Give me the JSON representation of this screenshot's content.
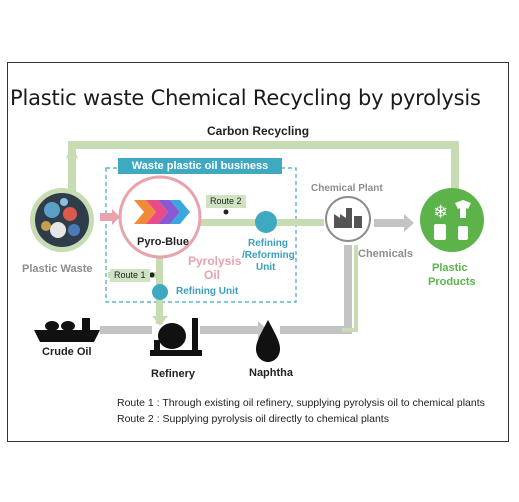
{
  "title": "Plastic waste Chemical Recycling by pyrolysis",
  "carbon_recycling": "Carbon Recycling",
  "business_box": "Waste plastic oil business",
  "nodes": {
    "plastic_waste": "Plastic Waste",
    "pyro_blue": "Pyro-Blue",
    "pyrolysis_oil_line1": "Pyrolysis",
    "pyrolysis_oil_line2": "Oil",
    "route1": "Route 1",
    "route2": "Route 2",
    "refining_unit": "Refining Unit",
    "refining_reforming_line1": "Refining",
    "refining_reforming_line2": "/Reforming",
    "refining_reforming_line3": "Unit",
    "chemical_plant": "Chemical Plant",
    "chemicals": "Chemicals",
    "plastic_products_line1": "Plastic",
    "plastic_products_line2": "Products",
    "crude_oil": "Crude Oil",
    "refinery": "Refinery",
    "naphtha": "Naphtha"
  },
  "notes": {
    "route1": "Route 1 : Through existing oil refinery, supplying pyrolysis oil to chemical plants",
    "route2": "Route 2 : Supplying pyrolysis oil directly to chemical plants"
  },
  "colors": {
    "flow_green": "#c8dcb4",
    "flow_gray": "#c4c4c4",
    "accent_teal": "#3fa9c2",
    "accent_pink": "#e8a3ad",
    "product_green": "#5bb34a"
  }
}
